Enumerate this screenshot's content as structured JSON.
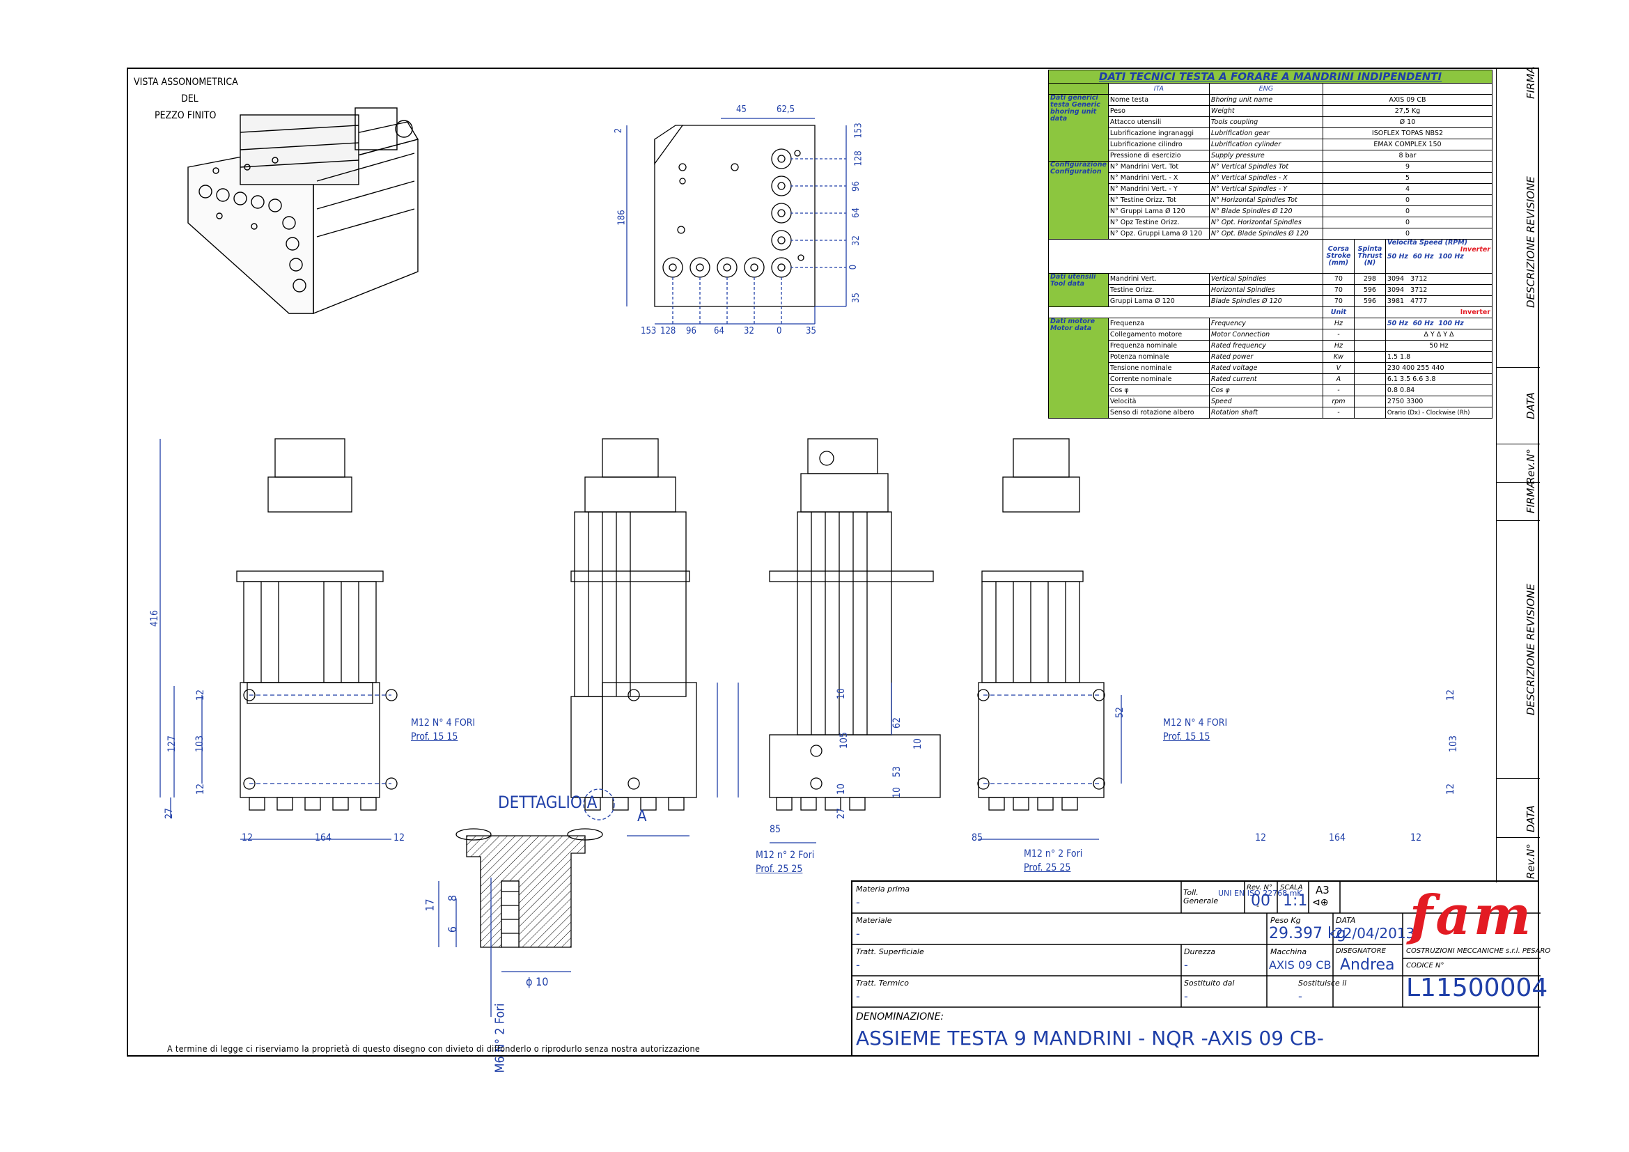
{
  "view_label": [
    "VISTA ASSONOMETRICA",
    "DEL",
    "PEZZO FINITO"
  ],
  "table": {
    "title": "DATI TECNICI TESTA A FORARE A MANDRINI INDIPENDENTI",
    "col_ita": "ITA",
    "col_eng": "ENG",
    "sec_generic": "Dati generici testa Generic bhoring unit data",
    "sec_config": "Configurazione Configuration",
    "sec_tool": "Dati utensili Tool data",
    "sec_motor": "Dati motore Motor data",
    "generic_rows": [
      {
        "ita": "Nome testa",
        "eng": "Bhoring unit name",
        "val": "AXIS 09 CB"
      },
      {
        "ita": "Peso",
        "eng": "Weight",
        "val": "27,5 Kg"
      },
      {
        "ita": "Attacco utensili",
        "eng": "Tools coupling",
        "val": "Ø 10"
      },
      {
        "ita": "Lubrificazione ingranaggi",
        "eng": "Lubrification gear",
        "val": "ISOFLEX TOPAS NBS2"
      },
      {
        "ita": "Lubrificazione cilindro",
        "eng": "Lubrification cylinder",
        "val": "EMAX COMPLEX 150"
      },
      {
        "ita": "Pressione di esercizio",
        "eng": "Supply pressure",
        "val": "8 bar"
      }
    ],
    "config_rows": [
      {
        "ita": "N° Mandrini Vert. Tot",
        "eng": "N° Vertical Spindles Tot",
        "val": "9"
      },
      {
        "ita": "N° Mandrini Vert. - X",
        "eng": "N° Vertical Spindles - X",
        "val": "5"
      },
      {
        "ita": "N° Mandrini Vert. - Y",
        "eng": "N° Vertical Spindles - Y",
        "val": "4"
      },
      {
        "ita": "N° Testine Orizz. Tot",
        "eng": "N° Horizontal Spindles Tot",
        "val": "0"
      },
      {
        "ita": "N° Gruppi Lama Ø 120",
        "eng": "N° Blade Spindles Ø 120",
        "val": "0"
      },
      {
        "ita": "N° Opz Testine Orizz.",
        "eng": "N° Opt. Horizontal Spindles",
        "val": "0"
      },
      {
        "ita": "N° Opz. Gruppi Lama Ø 120",
        "eng": "N° Opt. Blade Spindles Ø 120",
        "val": "0"
      }
    ],
    "tool_head": {
      "stroke": "Corsa Stroke (mm)",
      "thrust": "Spinta Thrust (N)",
      "speed": "Velocità Speed",
      "rpm": "(RPM)",
      "inverter": "Inverter",
      "hz50": "50 Hz",
      "hz60": "60 Hz",
      "hz100": "100 Hz"
    },
    "tool_rows": [
      {
        "ita": "Mandrini Vert.",
        "eng": "Vertical Spindles",
        "stroke": "70",
        "thrust": "298",
        "s50": "3094",
        "s60": "3712",
        "s100": ""
      },
      {
        "ita": "Testine Orizz.",
        "eng": "Horizontal Spindles",
        "stroke": "70",
        "thrust": "596",
        "s50": "3094",
        "s60": "3712",
        "s100": ""
      },
      {
        "ita": "Gruppi Lama Ø 120",
        "eng": "Blade Spindles Ø 120",
        "stroke": "70",
        "thrust": "596",
        "s50": "3981",
        "s60": "4777",
        "s100": ""
      }
    ],
    "motor_head": {
      "unit": "Unit",
      "hz50": "50 Hz",
      "hz60": "60 Hz",
      "hz100": "100 Hz",
      "inverter": "Inverter"
    },
    "motor_rows": [
      {
        "ita": "Frequenza",
        "eng": "Frequency",
        "unit": "Hz",
        "v": ""
      },
      {
        "ita": "Collegamento motore",
        "eng": "Motor Connection",
        "unit": "-",
        "v": "Δ   Y   Δ   Y   Δ"
      },
      {
        "ita": "Frequenza nominale",
        "eng": "Rated frequency",
        "unit": "Hz",
        "v": "50 Hz"
      },
      {
        "ita": "Potenza nominale",
        "eng": "Rated power",
        "unit": "Kw",
        "v": "1.5   1.8"
      },
      {
        "ita": "Tensione nominale",
        "eng": "Rated voltage",
        "unit": "V",
        "v": "230 400 255 440"
      },
      {
        "ita": "Corrente nominale",
        "eng": "Rated current",
        "unit": "A",
        "v": "6.1 3.5 6.6 3.8"
      },
      {
        "ita": "Cos φ",
        "eng": "Cos φ",
        "unit": "-",
        "v": "0.8   0.84"
      },
      {
        "ita": "Velocità",
        "eng": "Speed",
        "unit": "rpm",
        "v": "2750   3300"
      },
      {
        "ita": "Senso di rotazione albero",
        "eng": "Rotation shaft",
        "unit": "-",
        "v": "Orario (Dx) - Clockwise (Rh)"
      }
    ]
  },
  "revision": {
    "firma": "FIRMA",
    "descrizione": "DESCRIZIONE REVISIONE",
    "data": "DATA",
    "rev": "Rev.N°"
  },
  "top_view": {
    "dims_top": [
      "45",
      "62,5"
    ],
    "dims_right": [
      "153",
      "128",
      "96",
      "64",
      "32",
      "0",
      "35"
    ],
    "dims_bottom": [
      "153",
      "128",
      "96",
      "64",
      "32",
      "0",
      "35"
    ],
    "dim_left": "186",
    "dim_small": "2"
  },
  "views": {
    "v1": {
      "d416": "416",
      "d127": "127",
      "d103": "103",
      "d12a": "12",
      "d12b": "12",
      "d27": "27",
      "d164": "164",
      "d12c": "12",
      "d12d": "12",
      "note1": "M12  N° 4 FORI",
      "note2": "Prof. 15 15"
    },
    "v2": {
      "d10": "10",
      "d105": "105",
      "d10b": "10",
      "d27": "27",
      "d85": "85",
      "a": "A",
      "note1": "M12  n° 2 Fori",
      "note2": "Prof. 25 25"
    },
    "v3": {
      "d52": "52",
      "d62": "62",
      "d10": "10",
      "d53": "53",
      "d10b": "10",
      "d85": "85",
      "note1": "M12  n° 2 Fori",
      "note2": "Prof. 25 25"
    },
    "v4": {
      "d12a": "12",
      "d103": "103",
      "d12b": "12",
      "d164": "164",
      "d12c": "12",
      "d12d": "12",
      "note1": "M12  N° 4 FORI",
      "note2": "Prof. 15 15"
    }
  },
  "detail": {
    "title": "DETTAGLIO A",
    "d17": "17",
    "d8": "8",
    "d6": "6",
    "phi": "ϕ 10",
    "thread": "M6  N° 2 Fori"
  },
  "disclaimer": "A termine di legge ci riserviamo la proprietà di questo disegno con divieto di diffonderlo o riprodurlo senza nostra autorizzazione",
  "title_block": {
    "materia_prima_l": "Materia prima",
    "materia_prima_v": "-",
    "toll_l": "Toll. Generale",
    "toll_v": "UNI EN ISO 22768 mK",
    "toll_dash": "-",
    "rev_l": "Rev. N°",
    "rev_v": "00",
    "scala_l": "SCALA",
    "scala_v": "1:1",
    "format": "A3",
    "materiale_l": "Materiale",
    "materiale_v": "-",
    "peso_l": "Peso Kg",
    "peso_v": "29.397 kg",
    "data_l": "DATA",
    "data_v": "22/04/2013",
    "tratt_sup_l": "Tratt. Superficiale",
    "tratt_sup_v": "-",
    "durezza_l": "Durezza",
    "durezza_v": "-",
    "macchina_l": "Macchina",
    "macchina_v": "AXIS 09 CB",
    "disegnatore_l": "DISEGNATORE",
    "disegnatore_v": "Andrea",
    "tratt_term_l": "Tratt. Termico",
    "tratt_term_v": "-",
    "sostituito_l": "Sostituito dal",
    "sostituito_v": "-",
    "sostituisce_l": "Sostituisce il",
    "sostituisce_v": "-",
    "company": "COSTRUZIONI MECCANICHE s.r.l. PESARO",
    "codice_l": "CODICE N°",
    "codice_v": "L11500004",
    "logo": "fam",
    "denominazione_l": "DENOMINAZIONE:",
    "denominazione_v": "ASSIEME TESTA 9 MANDRINI - NQR -AXIS 09 CB-"
  },
  "colors": {
    "accent_green": "#8cc63f",
    "text_blue": "#1f3fa8",
    "logo_red": "#e31b23"
  }
}
